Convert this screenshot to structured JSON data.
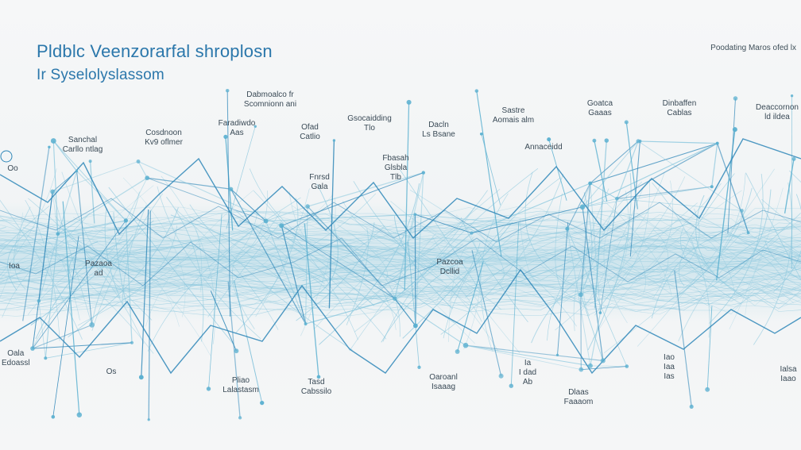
{
  "diagram": {
    "title_line_1": "Pldblc Veenzorarfal shroplosn",
    "title_line_2": "Ir Syselolyslassom",
    "header_note": "Poodating Maros ofed lx",
    "annotations": [
      {
        "id": "a1",
        "lines": [
          "Dabmoalco fr",
          "Scomnionn ani"
        ]
      },
      {
        "id": "a2",
        "lines": [
          "Faradiwdo",
          "Aas"
        ]
      },
      {
        "id": "a3",
        "lines": [
          "Cosdnoon",
          "Kv9 oflmer"
        ]
      },
      {
        "id": "a4",
        "lines": [
          "Sanchal",
          "Carllo ntlag"
        ]
      },
      {
        "id": "a5",
        "lines": [
          "Ofad",
          "Catlio"
        ]
      },
      {
        "id": "a6",
        "lines": [
          "Gsocaidding",
          "Tlo"
        ]
      },
      {
        "id": "a7",
        "lines": [
          "Dacln",
          "Ls Bsane"
        ]
      },
      {
        "id": "a8",
        "lines": [
          "Sastre",
          "Aomais alm"
        ]
      },
      {
        "id": "a9",
        "lines": [
          "Goatca",
          "Gaaas"
        ]
      },
      {
        "id": "a10",
        "lines": [
          "Dinbaffen",
          "Cablas"
        ]
      },
      {
        "id": "a11",
        "lines": [
          "Deaccornon",
          "ld ildea"
        ]
      },
      {
        "id": "a12",
        "lines": [
          "Annaceidd"
        ]
      },
      {
        "id": "a13",
        "lines": [
          "Fbasah",
          "Glsbla",
          "Tlb"
        ]
      },
      {
        "id": "a14",
        "lines": [
          "Fnrsd",
          "Gala"
        ]
      },
      {
        "id": "a15",
        "lines": [
          "Oo"
        ]
      },
      {
        "id": "a16",
        "lines": [
          "Pazaoa",
          "ad"
        ]
      },
      {
        "id": "a17",
        "lines": [
          "Pazcoa",
          "Dcllid"
        ]
      },
      {
        "id": "a18",
        "lines": [
          "Oala",
          "Edoassl"
        ]
      },
      {
        "id": "a19",
        "lines": [
          "Pliao",
          "Lalastasm"
        ]
      },
      {
        "id": "a20",
        "lines": [
          "Tasd",
          "Cabssilo"
        ]
      },
      {
        "id": "a21",
        "lines": [
          "Oaroanl",
          "Isaaag"
        ]
      },
      {
        "id": "a22",
        "lines": [
          "Ia",
          "I dad",
          "Ab"
        ]
      },
      {
        "id": "a23",
        "lines": [
          "Dlaas",
          "Faaaom"
        ]
      },
      {
        "id": "a24",
        "lines": [
          "Iao",
          "Iaa",
          "Ias"
        ]
      },
      {
        "id": "a25",
        "lines": [
          "Ialsa",
          "Iaao"
        ]
      },
      {
        "id": "a26",
        "lines": [
          "Os"
        ]
      },
      {
        "id": "a27",
        "lines": [
          "Ioa"
        ]
      }
    ],
    "colors": {
      "title": "#2b77ab",
      "line_dark": "#2f87b8",
      "line_light": "#8cc8de",
      "node": "#5bb0d0",
      "text": "#3a4a56",
      "background": "#f3f5f6"
    }
  }
}
